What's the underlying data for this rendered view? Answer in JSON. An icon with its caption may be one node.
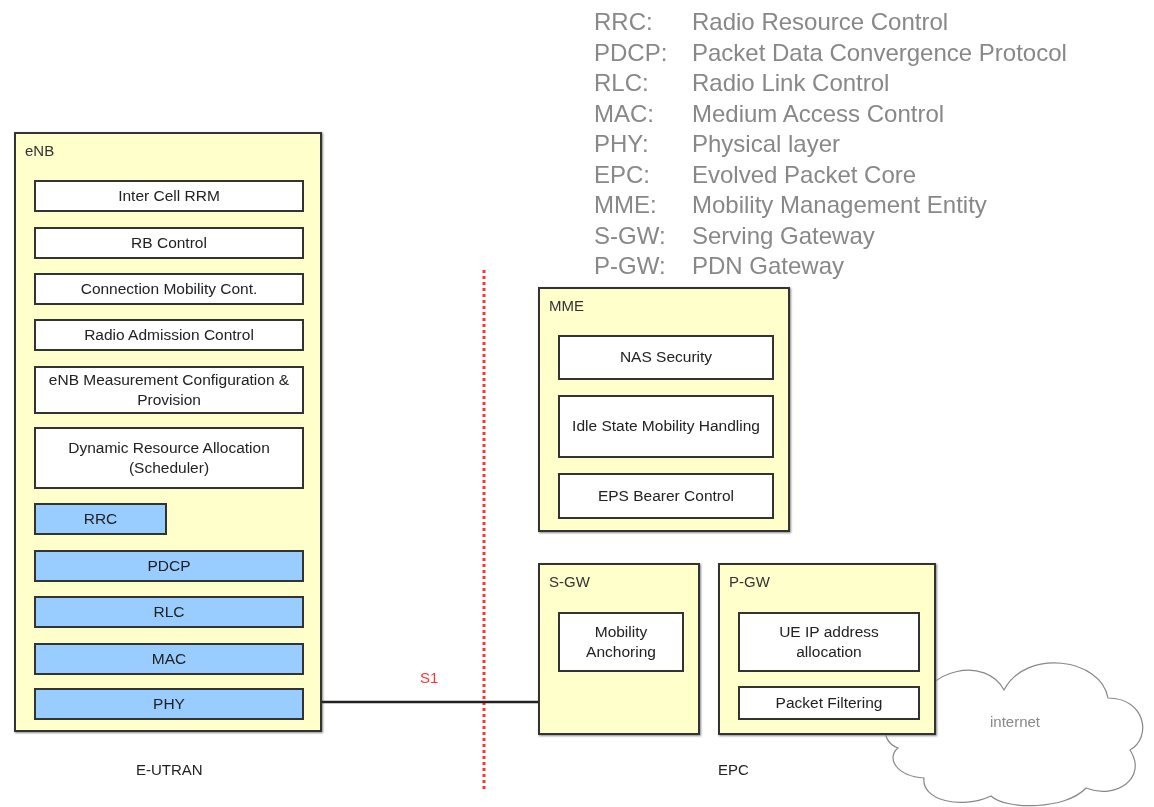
{
  "diagram": {
    "nodes": [
      {
        "text": [
          "eNB"
        ]
      },
      {
        "text": [
          "Inter Cell RRM"
        ],
        "in": 0
      },
      {
        "text": [
          "RB Control"
        ],
        "in": 0
      },
      {
        "text": [
          "Connection Mobility Cont."
        ],
        "in": 0
      },
      {
        "text": [
          "Radio Admission Control"
        ],
        "in": 0
      },
      {
        "text": [
          "eNB Measurement Configuration & Provision"
        ],
        "in": 0
      },
      {
        "text": [
          "Dynamic Resource Allocation (Scheduler)"
        ],
        "in": 0
      },
      {
        "text": [
          "RRC"
        ],
        "in": 0
      },
      {
        "text": [
          "PDCP"
        ],
        "in": 0
      },
      {
        "text": [
          "RLC"
        ],
        "in": 0
      },
      {
        "text": [
          "MAC"
        ],
        "in": 0
      },
      {
        "text": [
          "PHY"
        ],
        "in": 0
      },
      {
        "text": [
          "MME"
        ]
      },
      {
        "text": [
          "NAS Security"
        ],
        "in": 12
      },
      {
        "text": [
          "Idle State Mobility Handling"
        ],
        "in": 12
      },
      {
        "text": [
          "EPS Bearer Control"
        ],
        "in": 12
      },
      {
        "text": [
          "S-GW"
        ]
      },
      {
        "text": [
          "Mobility Anchoring"
        ],
        "in": 16
      },
      {
        "text": [
          "P-GW"
        ]
      },
      {
        "text": [
          "UE IP address allocation"
        ],
        "in": 18
      },
      {
        "text": [
          "Packet Filtering"
        ],
        "in": 18
      },
      {
        "text": [
          "internet"
        ]
      }
    ],
    "edges": [
      {
        "from": 0,
        "to": 16,
        "arrow": "none",
        "label": "S1"
      }
    ],
    "labels": [
      "RRC:",
      "Radio Resource Control",
      "PDCP:",
      "Packet Data Convergence Protocol",
      "RLC:",
      "Radio Link Control",
      "MAC:",
      "Medium Access Control",
      "PHY:",
      "Physical layer",
      "EPC:",
      "Evolved Packet Core",
      "MME:",
      "Mobility Management Entity",
      "S-GW:",
      "Serving Gateway",
      "P-GW:",
      "PDN Gateway",
      "E-UTRAN",
      "EPC"
    ]
  }
}
